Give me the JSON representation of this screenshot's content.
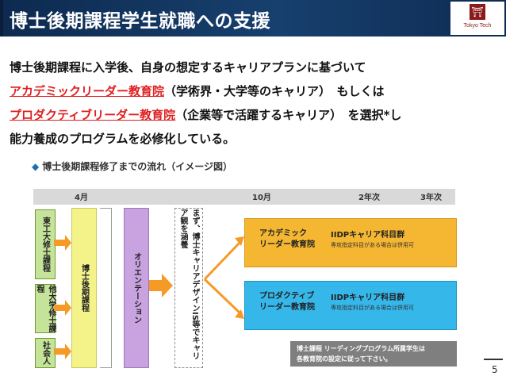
{
  "header": {
    "title": "博士後期課程学生就職への支援",
    "logo_text": "Tokyo Tech"
  },
  "body": {
    "line1": "博士後期課程に入学後、自身の想定するキャリアプランに基づいて",
    "line2_red": "アカデミックリーダー教育院",
    "line2_rest": "（学術界・大学等のキャリア）　もしくは",
    "line3_red": "プロダクティブリーダー教育院",
    "line3_rest": "（企業等で活躍するキャリア）　を選択*し",
    "line4": "能力養成のプログラムを必修化している。"
  },
  "diagram": {
    "title": "博士後期課程修了までの流れ（イメージ図）",
    "timeline": [
      "4月",
      "10月",
      "2年次",
      "3年次"
    ],
    "sources": [
      "東工大修士課程",
      "他大学修士課程",
      "社会人"
    ],
    "yellow_col": "博士後期課程",
    "purple_col": "オリエンテーション",
    "dashed_col": "まず、博士キャリアデザインIS等でキャリア観を涵養",
    "academic": {
      "name_line1": "アカデミック",
      "name_line2": "リーダー教育院",
      "program": "IIDPキャリア科目群",
      "note": "専攻指定科目がある場合は併用可"
    },
    "productive": {
      "name_line1": "プロダクティブ",
      "name_line2": "リーダー教育院",
      "program": "IIDPキャリア科目群",
      "note": "専攻指定科目がある場合は併用可"
    },
    "footnote_line1": "博士課程 リーディングプログラム所属学生は",
    "footnote_line2": "各教育院の設定に従って下さい。"
  },
  "page_number": "5",
  "colors": {
    "header": "#17406e",
    "red": "#e02020",
    "green": "#c6e39a",
    "yellow": "#f3f38a",
    "purple": "#c8a3e0",
    "orange": "#f5b731",
    "blue": "#35b7ea"
  }
}
